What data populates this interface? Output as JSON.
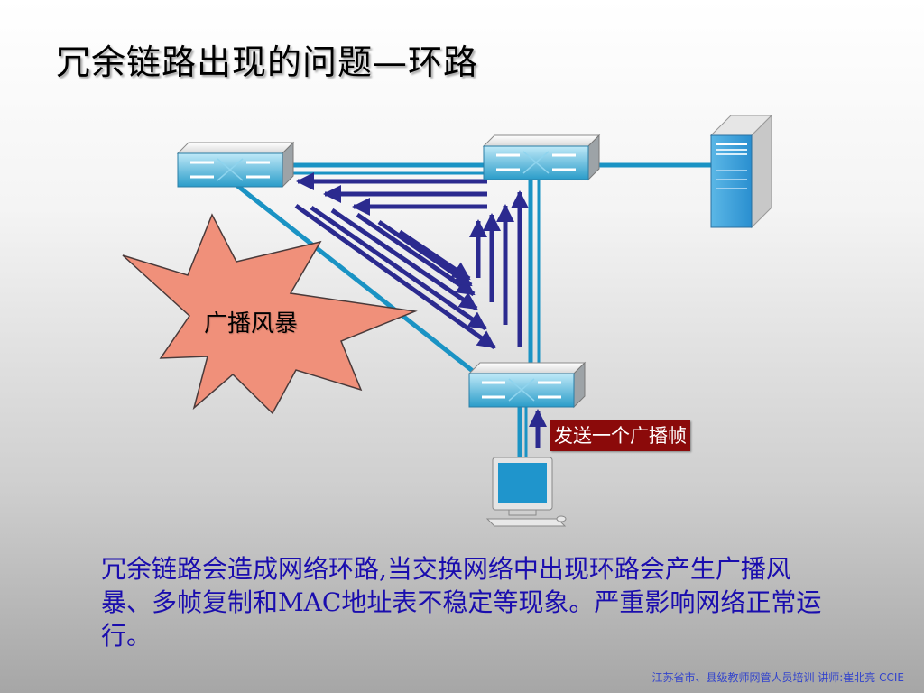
{
  "slide": {
    "title": "冗余链路出现的问题—环路",
    "burst_label": "广播风暴",
    "frame_label": "发送一个广播帧",
    "description": "冗余链路会造成网络环路,当交换网络中出现环路会产生广播风暴、多帧复制和MAC地址表不稳定等现象。严重影响网络正常运行。",
    "footer": "江苏省市、县级教师网管人员培训   讲师:崔北亮 CCIE"
  },
  "colors": {
    "link": "#1a93c4",
    "arrow": "#2b2a8f",
    "burst_fill": "#f0907a",
    "frame_label_bg": "#8b0a0a",
    "description_text": "#1a0dae"
  },
  "icons": [
    "switch-icon",
    "server-icon",
    "computer-icon",
    "arrow-icon"
  ]
}
